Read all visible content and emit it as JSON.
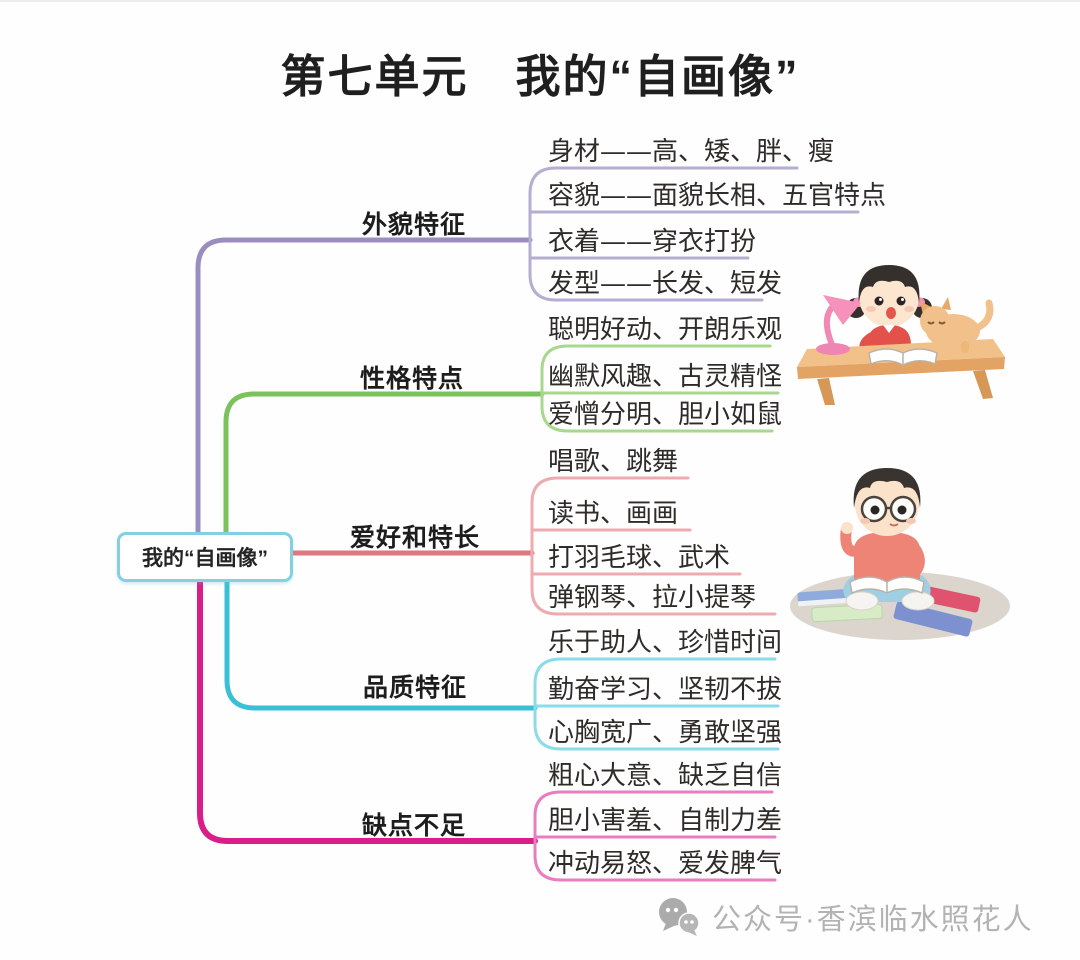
{
  "title": "第七单元　我的“自画像”",
  "center": {
    "label": "我的“自画像”",
    "border_color": "#82d0e2"
  },
  "branches": [
    {
      "id": "appearance-features",
      "label": "外貌特征",
      "color": "#9b8dc1",
      "light_color": "#b6add3",
      "items": [
        "身材——高、矮、胖、瘦",
        "容貌——面貌长相、五官特点",
        "衣着——穿衣打扮",
        "发型——长发、短发"
      ]
    },
    {
      "id": "personality-traits",
      "label": "性格特点",
      "color": "#7bc25e",
      "light_color": "#a8d88e",
      "items": [
        "聪明好动、开朗乐观",
        "幽默风趣、古灵精怪",
        "爱憎分明、胆小如鼠"
      ]
    },
    {
      "id": "hobbies-strengths",
      "label": "爱好和特长",
      "color": "#e0767e",
      "light_color": "#edabb0",
      "items": [
        "唱歌、跳舞",
        "读书、画画",
        "打羽毛球、武术",
        "弹钢琴、拉小提琴"
      ]
    },
    {
      "id": "quality-traits",
      "label": "品质特征",
      "color": "#3ac0d6",
      "light_color": "#8bdce8",
      "items": [
        "乐于助人、珍惜时间",
        "勤奋学习、坚韧不拔",
        "心胸宽广、勇敢坚强"
      ]
    },
    {
      "id": "shortcomings",
      "label": "缺点不足",
      "color": "#d81e88",
      "light_color": "#e87ec0",
      "items": [
        "粗心大意、缺乏自信",
        "胆小害羞、自制力差",
        "冲动易怒、爱发脾气"
      ]
    }
  ],
  "illustrations": [
    {
      "name": "girl-studying-at-desk-with-cat"
    },
    {
      "name": "boy-sitting-reading-books"
    }
  ],
  "watermark": {
    "icon": "wechat-icon",
    "text": "公众号·香滨临水照花人"
  }
}
